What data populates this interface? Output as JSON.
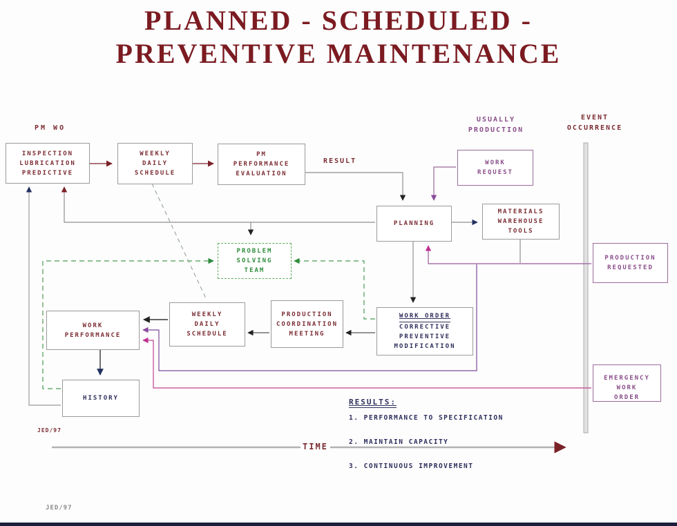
{
  "title": "PLANNED - SCHEDULED - PREVENTIVE MAINTENANCE",
  "labels": {
    "pm_wo": "PM WO",
    "usually_production": "USUALLY\nPRODUCTION",
    "event_occurrence": "EVENT\nOCCURRENCE",
    "result": "RESULT",
    "time": "TIME",
    "jed_top": "JED/97",
    "jed_bottom": "JED/97"
  },
  "boxes": {
    "inspection": "INSPECTION\nLUBRICATION\nPREDICTIVE",
    "weekly_schedule_top": "WEEKLY\nDAILY\nSCHEDULE",
    "pm_performance_evaluation": "PM\nPERFORMANCE\nEVALUATION",
    "work_request": "WORK\nREQUEST",
    "planning": "PLANNING",
    "materials": "MATERIALS\nWAREHOUSE\nTOOLS",
    "production_requested": "PRODUCTION\nREQUESTED",
    "problem_solving_team": "PROBLEM\nSOLVING\nTEAM",
    "work_order_title": "WORK ORDER",
    "work_order_body": "CORRECTIVE\nPREVENTIVE\nMODIFICATION",
    "production_coordination": "PRODUCTION\nCOORDINATION\nMEETING",
    "weekly_schedule_bottom": "WEEKLY\nDAILY\nSCHEDULE",
    "work_performance": "WORK\nPERFORMANCE",
    "history": "HISTORY",
    "emergency_work_order": "EMERGENCY\nWORK\nORDER"
  },
  "results": {
    "heading": "RESULTS:",
    "items": [
      "1. PERFORMANCE TO SPECIFICATION",
      "2. MAINTAIN CAPACITY",
      "3. CONTINUOUS IMPROVEMENT"
    ]
  },
  "colors": {
    "title_maroon": "#7b1b21",
    "dark_red": "#7b2d33",
    "navy": "#2e2e5c",
    "purple": "#8a4d8a",
    "magenta": "#c03090",
    "green": "#2e8b3a",
    "line_gray": "#8f8f8f"
  }
}
